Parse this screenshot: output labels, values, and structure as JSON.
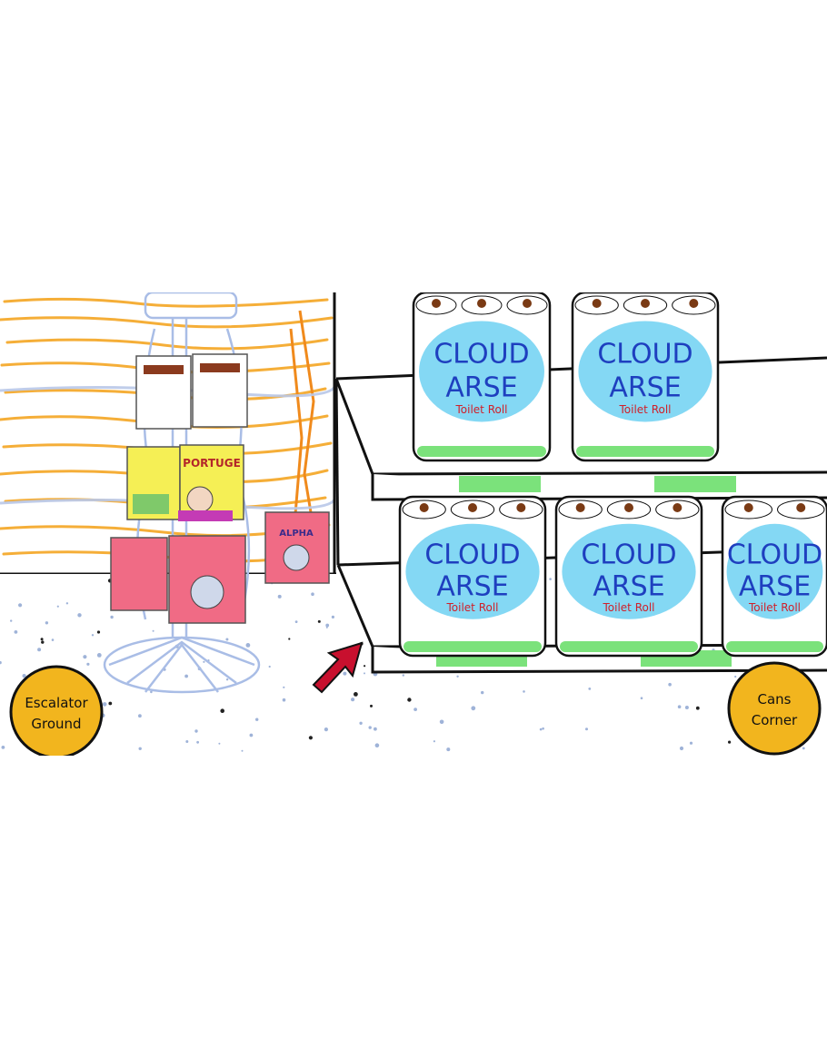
{
  "scene": {
    "nav": {
      "left_line1": "Escalator",
      "left_line2": "Ground",
      "right_line1": "Cans",
      "right_line2": "Corner"
    },
    "product": {
      "brand_line1": "CLOUD",
      "brand_line2": "ARSE",
      "subtitle": "Toilet Roll"
    },
    "books": {
      "book1": "PORTUGE",
      "book2": "ALPHA"
    },
    "colors": {
      "nav_gold": "#f2b51e",
      "wall_orange": "#f5a623",
      "cloud_blue": "#6fd1f2",
      "brand_text": "#1e3fbf",
      "subtitle_red": "#d0202a",
      "shelf_green": "#7be27b",
      "arrow_red": "#c8102e"
    }
  }
}
